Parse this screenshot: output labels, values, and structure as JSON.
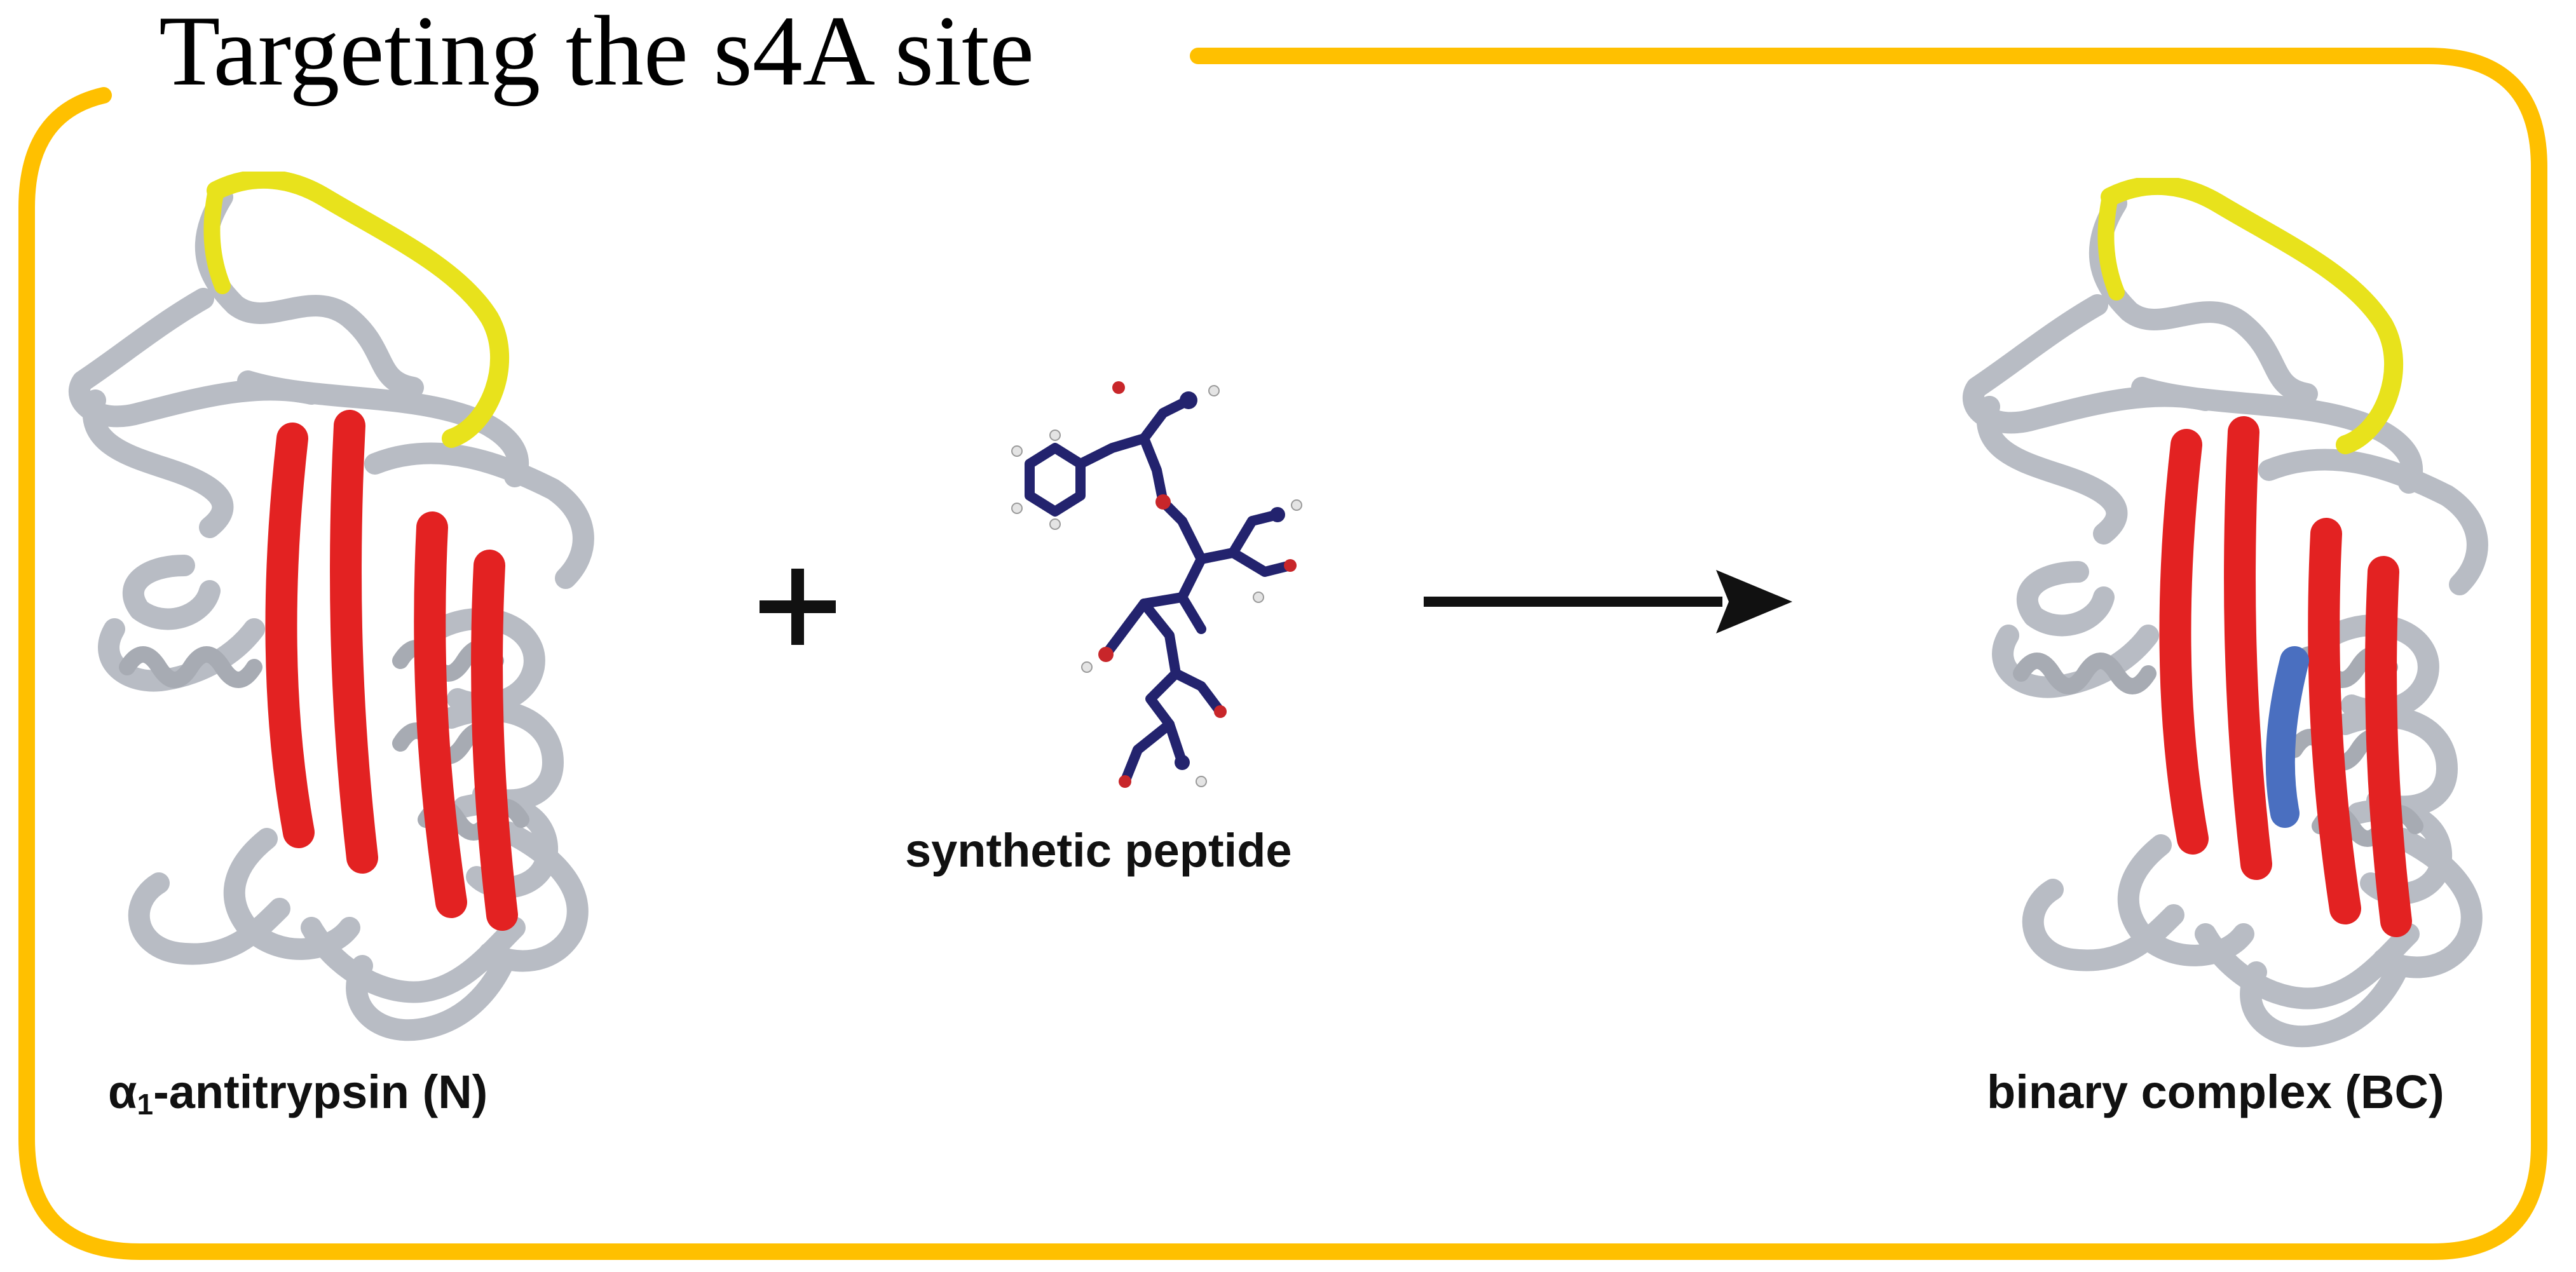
{
  "title": "Targeting the s4A site",
  "labels": {
    "protein_greek": "α",
    "protein_subscript": "1",
    "protein_name": "-antitrypsin (N)",
    "peptide": "synthetic peptide",
    "complex": "binary complex (BC)"
  },
  "operators": {
    "plus": "+",
    "arrow": "→"
  },
  "colors": {
    "frame": "#FFC000",
    "protein_ribbon": "#B8BCC4",
    "beta_sheet": "#E32222",
    "loop": "#E8E21C",
    "peptide": "#23236E",
    "peptide_insert": "#4A6FC0",
    "hydrogen": "#E4E4E4",
    "oxygen": "#C8262A"
  },
  "icons": {
    "protein_left": "protein-ribbon-icon",
    "peptide": "peptide-molecule-icon",
    "protein_right": "protein-complex-icon"
  }
}
